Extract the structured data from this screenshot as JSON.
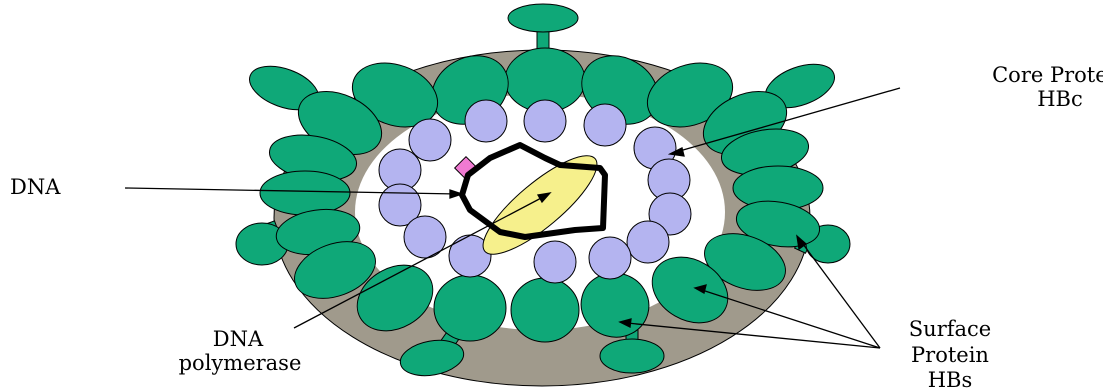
{
  "labels": {
    "core_line1": "Core Protein",
    "core_line2": "HBc",
    "dna": "DNA",
    "pol_line1": "DNA",
    "pol_line2": "polymerase",
    "surf_line1": "Surface",
    "surf_line2": "Protein",
    "surf_line3": "HBs"
  },
  "colors": {
    "surface_protein": "#0fa878",
    "envelope": "#a09a8c",
    "core_protein": "#b4b4f0",
    "polymerase": "#f6f08c",
    "dna_strand": "#000000",
    "pink_marker": "#f07ad2"
  }
}
